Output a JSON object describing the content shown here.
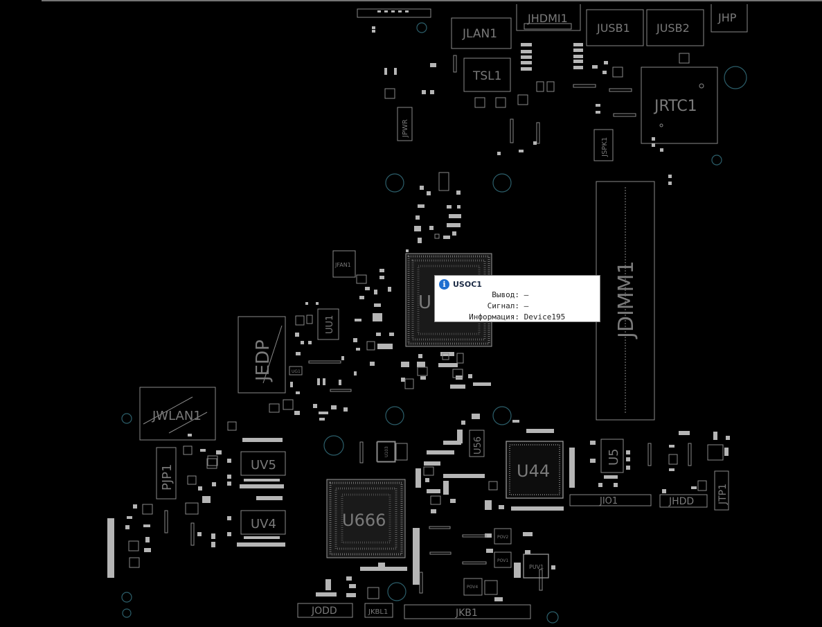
{
  "components": {
    "jhdmi1": "JHDMI1",
    "jusb1": "JUSB1",
    "jusb2": "JUSB2",
    "jhp": "JHP",
    "jlan1": "JLAN1",
    "tsl1": "TSL1",
    "jrtc1": "JRTC1",
    "jpwr": "JPWR",
    "jspk1": "JSPK1",
    "jfan1": "JFAN1",
    "uu1": "UU1",
    "jedp": "JEDP",
    "jwlan1": "JWLAN1",
    "jdimm1": "JDIMM1",
    "pjp1": "PJP1",
    "uv5": "UV5",
    "uv4": "UV4",
    "u666": "U666",
    "u56": "U56",
    "u44": "U44",
    "u5": "U5",
    "jio1": "JIO1",
    "jhdd": "JHDD",
    "jtp1": "JTP1",
    "jodd": "JODD",
    "jkbl1": "JKBL1",
    "jkb1": "JKB1",
    "puv1": "PUV1",
    "pov2": "POV2",
    "pov1": "POV1",
    "pov4": "POV4",
    "ug1": "UG1",
    "u103": "U103",
    "usoc1_partial": "U"
  },
  "tooltip": {
    "icon": "info-icon",
    "title": "USOC1",
    "rows": [
      {
        "key": "Вывод:",
        "value": "—"
      },
      {
        "key": "Сигнал:",
        "value": "—"
      },
      {
        "key": "Информация:",
        "value": "Device195"
      }
    ]
  },
  "colors": {
    "background": "#000000",
    "outline": "#8a8a8a",
    "mounting_hole": "#2c5f6b",
    "tooltip_icon": "#1f6fd0"
  }
}
